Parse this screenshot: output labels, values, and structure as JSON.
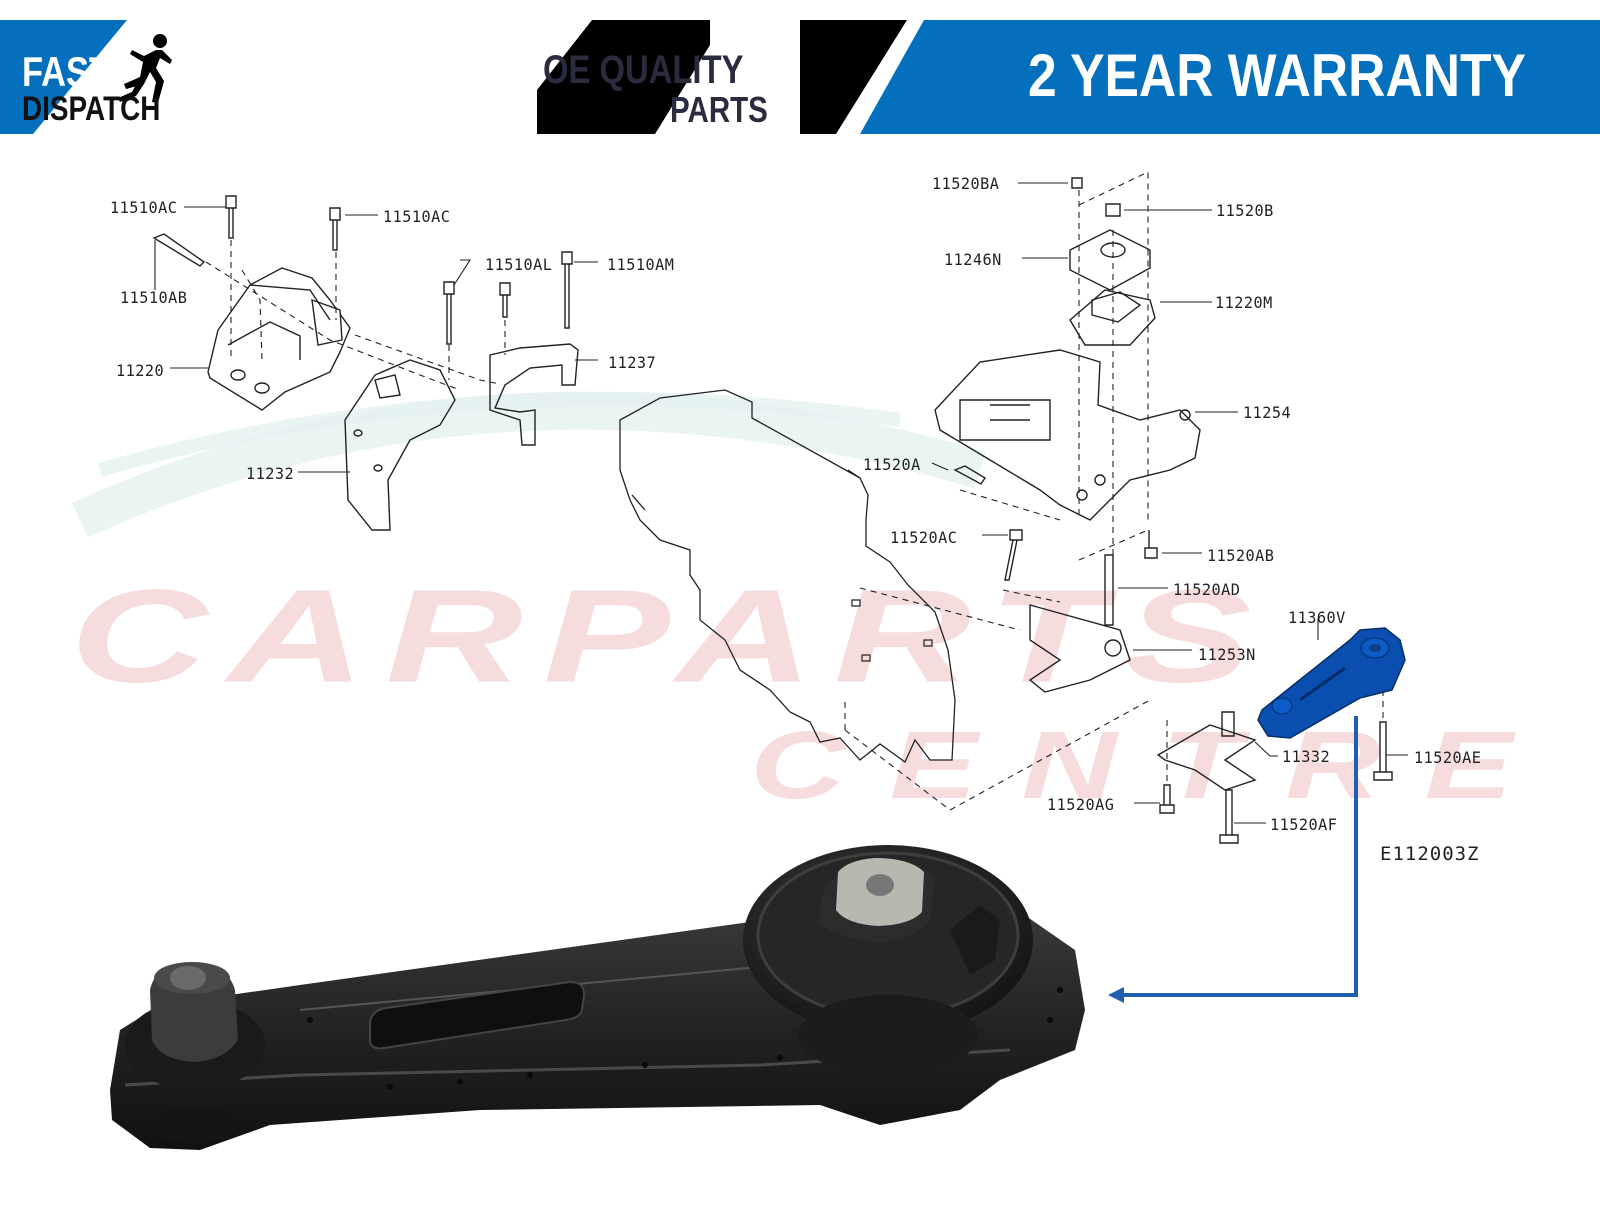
{
  "header": {
    "fast_label": "FAST",
    "dispatch_label": "DISPATCH",
    "runner_icon": "running-man-icon",
    "oe_quality_label": "OE QUALITY",
    "parts_label": "PARTS",
    "warranty_label": "2 YEAR WARRANTY"
  },
  "colors": {
    "brand_blue": "#0470bd",
    "black": "#000000",
    "highlight_blue": "#0a4fb0",
    "arrow_blue": "#1f5fae",
    "watermark_red": "#f6dcdc",
    "watermark_teal": "#e2f0ef",
    "line_art": "#222222",
    "rubber_black": "#2a2a2a"
  },
  "watermark": {
    "line1": "CARPARTS",
    "line2": "CENTRE"
  },
  "diagram": {
    "figure_code": "E112003Z",
    "highlighted_part": "11360V",
    "labels": [
      {
        "id": "11510AC_a",
        "text": "11510AC"
      },
      {
        "id": "11510AC_b",
        "text": "11510AC"
      },
      {
        "id": "11510AB",
        "text": "11510AB"
      },
      {
        "id": "11510AL",
        "text": "11510AL"
      },
      {
        "id": "11510AM",
        "text": "11510AM"
      },
      {
        "id": "11220",
        "text": "11220"
      },
      {
        "id": "11237",
        "text": "11237"
      },
      {
        "id": "11232",
        "text": "11232"
      },
      {
        "id": "11520BA",
        "text": "11520BA"
      },
      {
        "id": "11520B",
        "text": "11520B"
      },
      {
        "id": "11246N",
        "text": "11246N"
      },
      {
        "id": "11220M",
        "text": "11220M"
      },
      {
        "id": "11254",
        "text": "11254"
      },
      {
        "id": "11520A",
        "text": "11520A"
      },
      {
        "id": "11520AC",
        "text": "11520AC"
      },
      {
        "id": "11520AB",
        "text": "11520AB"
      },
      {
        "id": "11520AD",
        "text": "11520AD"
      },
      {
        "id": "11360V",
        "text": "11360V"
      },
      {
        "id": "11253N",
        "text": "11253N"
      },
      {
        "id": "11332",
        "text": "11332"
      },
      {
        "id": "11520AE",
        "text": "11520AE"
      },
      {
        "id": "11520AG",
        "text": "11520AG"
      },
      {
        "id": "11520AF",
        "text": "11520AF"
      }
    ]
  },
  "product_photo": {
    "name": "engine-torque-mount-photo"
  }
}
